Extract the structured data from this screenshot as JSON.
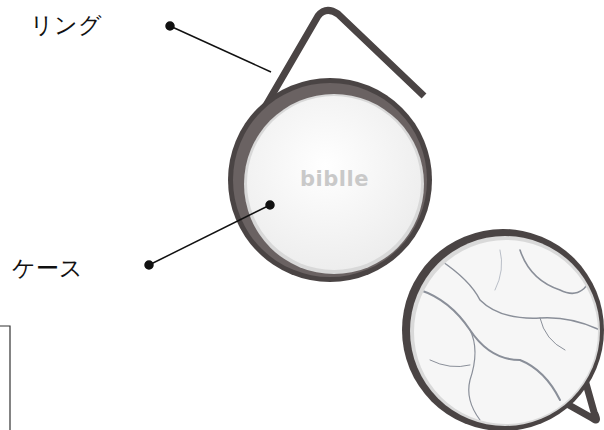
{
  "diagram": {
    "labels": [
      "リング",
      "ケース",
      "biblle"
    ]
  }
}
